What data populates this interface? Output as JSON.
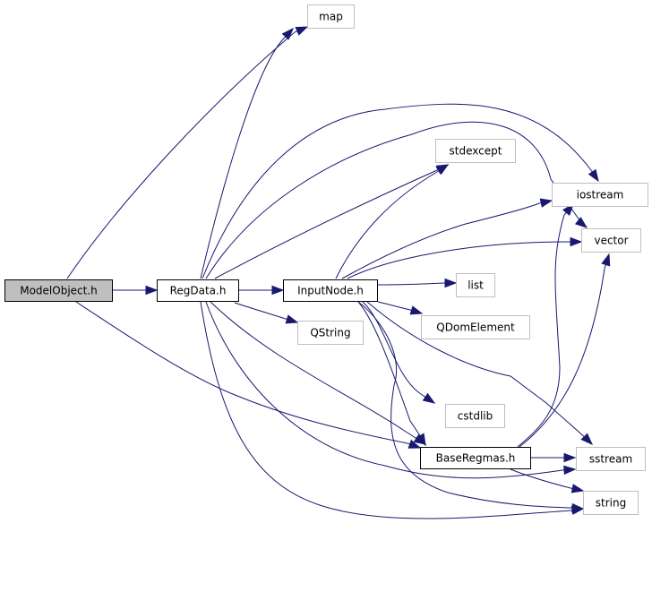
{
  "colors": {
    "edge": "#191970",
    "root_fill": "#bfbfbf",
    "root_border": "#000000",
    "project_border": "#000000",
    "system_border": "#bfbfbf",
    "text": "#000000"
  },
  "graph": {
    "nodes": {
      "modelobject": {
        "label": "ModelObject.h",
        "kind": "root"
      },
      "regdata": {
        "label": "RegData.h",
        "kind": "project"
      },
      "inputnode": {
        "label": "InputNode.h",
        "kind": "project"
      },
      "baseregmas": {
        "label": "BaseRegmas.h",
        "kind": "project"
      },
      "map": {
        "label": "map",
        "kind": "system"
      },
      "stdexcept": {
        "label": "stdexcept",
        "kind": "system"
      },
      "iostream": {
        "label": "iostream",
        "kind": "system"
      },
      "vector": {
        "label": "vector",
        "kind": "system"
      },
      "list": {
        "label": "list",
        "kind": "system"
      },
      "qdomelement": {
        "label": "QDomElement",
        "kind": "system"
      },
      "qstring": {
        "label": "QString",
        "kind": "system"
      },
      "cstdlib": {
        "label": "cstdlib",
        "kind": "system"
      },
      "sstream": {
        "label": "sstream",
        "kind": "system"
      },
      "string": {
        "label": "string",
        "kind": "system"
      }
    },
    "edges": [
      [
        "modelobject",
        "map"
      ],
      [
        "modelobject",
        "regdata"
      ],
      [
        "modelobject",
        "baseregmas"
      ],
      [
        "regdata",
        "map"
      ],
      [
        "regdata",
        "iostream"
      ],
      [
        "regdata",
        "vector"
      ],
      [
        "regdata",
        "stdexcept"
      ],
      [
        "regdata",
        "inputnode"
      ],
      [
        "regdata",
        "qstring"
      ],
      [
        "regdata",
        "baseregmas"
      ],
      [
        "regdata",
        "sstream"
      ],
      [
        "regdata",
        "string"
      ],
      [
        "inputnode",
        "stdexcept"
      ],
      [
        "inputnode",
        "iostream"
      ],
      [
        "inputnode",
        "vector"
      ],
      [
        "inputnode",
        "list"
      ],
      [
        "inputnode",
        "qdomelement"
      ],
      [
        "inputnode",
        "cstdlib"
      ],
      [
        "inputnode",
        "baseregmas"
      ],
      [
        "inputnode",
        "sstream"
      ],
      [
        "inputnode",
        "string"
      ],
      [
        "baseregmas",
        "iostream"
      ],
      [
        "baseregmas",
        "vector"
      ],
      [
        "baseregmas",
        "sstream"
      ],
      [
        "baseregmas",
        "string"
      ]
    ]
  }
}
